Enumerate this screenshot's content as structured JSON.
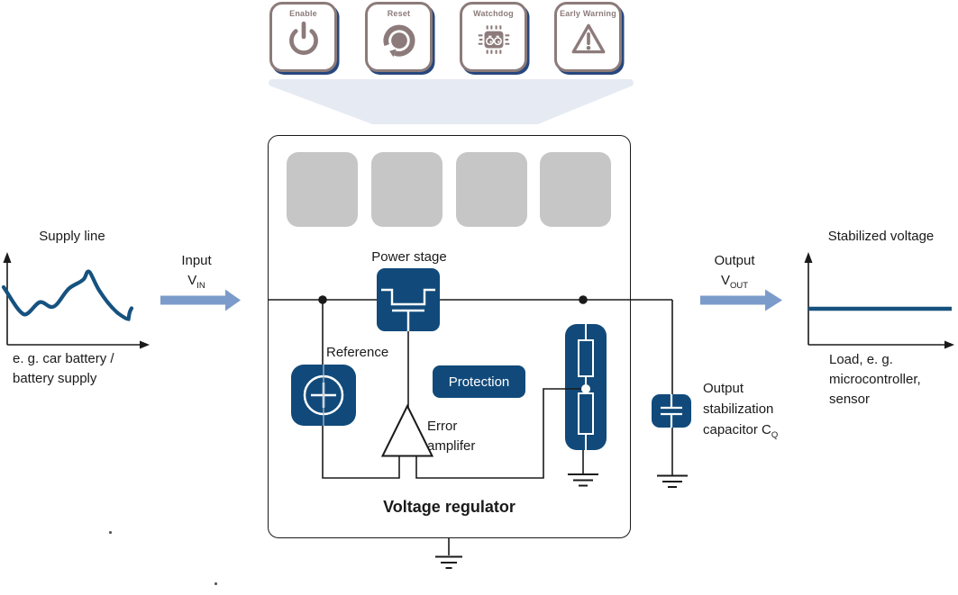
{
  "colors": {
    "dark_blue": "#114a7a",
    "line_blue": "#16527f",
    "arrow_blue": "#7b9cca",
    "funnel": "#e6ebf3",
    "gray_square": "#c6c6c6",
    "mauve": "#8c7b7a",
    "shadow_navy": "#26477d"
  },
  "features": {
    "items": [
      {
        "label": "Enable",
        "icon": "power-icon"
      },
      {
        "label": "Reset",
        "icon": "reset-icon"
      },
      {
        "label": "Watchdog",
        "icon": "watchdog-icon"
      },
      {
        "label": "Early Warning",
        "icon": "warning-icon"
      }
    ]
  },
  "supply": {
    "title": "Supply line",
    "caption1": "e. g. car battery /",
    "caption2": "battery supply"
  },
  "input": {
    "label": "Input",
    "v": "V",
    "sub": "IN"
  },
  "regulator": {
    "title": "Voltage regulator",
    "power_stage": "Power stage",
    "reference": "Reference",
    "protection": "Protection",
    "error1": "Error",
    "error2": "amplifer"
  },
  "output": {
    "label": "Output",
    "v": "V",
    "sub": "OUT"
  },
  "capacitor": {
    "line1": "Output",
    "line2": "stabilization",
    "line3": "capacitor C",
    "sub": "Q"
  },
  "stabilized": {
    "title": "Stabilized voltage",
    "caption1": "Load, e. g.",
    "caption2": "microcontroller,",
    "caption3": "sensor"
  }
}
